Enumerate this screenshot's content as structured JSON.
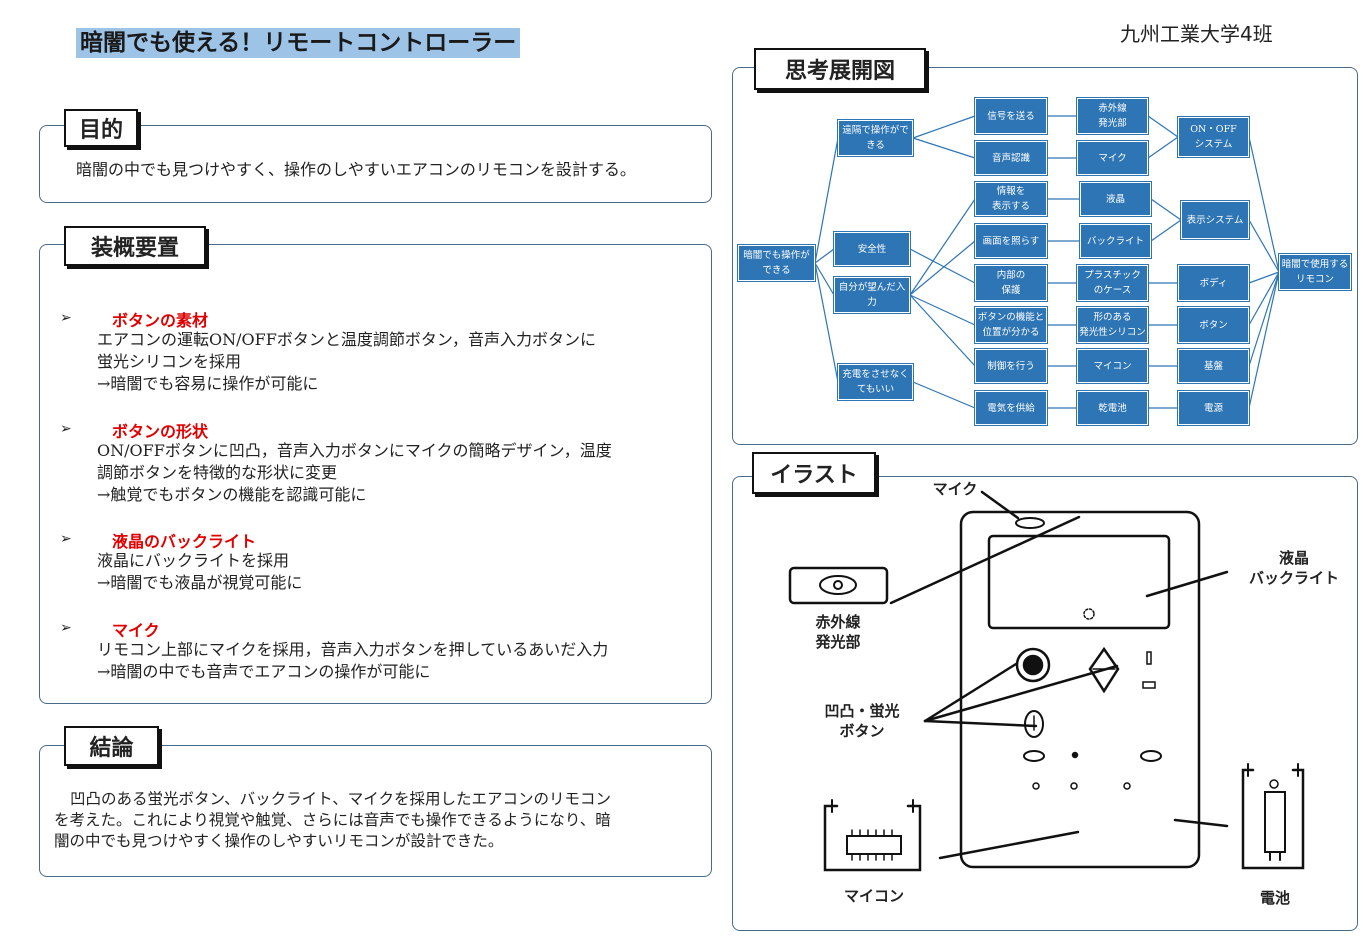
{
  "header": {
    "title": "暗闇でも使える！リモートコントローラー",
    "team": "九州工業大学4班"
  },
  "purpose": {
    "label": "目的",
    "text": "暗闇の中でも見つけやすく、操作のしやすいエアコンのリモコンを設計する。"
  },
  "features": {
    "label": "装概要置",
    "bullet": "➢",
    "items": [
      {
        "head": "ボタンの素材",
        "lines": [
          "エアコンの運転ON/OFFボタンと温度調節ボタン，音声入力ボタンに",
          "蛍光シリコンを採用",
          "→暗闇でも容易に操作が可能に"
        ]
      },
      {
        "head": "ボタンの形状",
        "lines": [
          "ON/OFFボタンに凹凸，音声入力ボタンにマイクの簡略デザイン，温度",
          "調節ボタンを特徴的な形状に変更",
          "→触覚でもボタンの機能を認識可能に"
        ]
      },
      {
        "head": "液晶のバックライト",
        "lines": [
          "液晶にバックライトを採用",
          "→暗闇でも液晶が視覚可能に"
        ]
      },
      {
        "head": "マイク",
        "lines": [
          "リモコン上部にマイクを採用，音声入力ボタンを押しているあいだ入力",
          "→暗闇の中でも音声でエアコンの操作が可能に"
        ]
      }
    ]
  },
  "conclusion": {
    "label": "結論",
    "lines": [
      "凹凸のある蛍光ボタン、バックライト、マイクを採用したエアコンのリモコン",
      "を考えた。これにより視覚や触覚、さらには音声でも操作できるようになり、暗",
      "闇の中でも見つけやすく操作のしやすいリモコンが設計できた。"
    ]
  },
  "mindmap": {
    "label": "思考展開図",
    "nodes": {
      "root": "暗闇でも操作が\nできる",
      "remote": "遠隔で操作がで\nきる",
      "safety": "安全性",
      "input": "自分が望んだ入\n力",
      "charge": "充電をさせなく\nてもいい",
      "signal": "信号を送る",
      "voice": "音声認識",
      "info": "情報を\n表示する",
      "light": "画面を照らす",
      "protect": "内部の\n保護",
      "btnpos": "ボタンの機能と\n位置が分かる",
      "control": "制御を行う",
      "power": "電気を供給",
      "ir": "赤外線\n発光部",
      "mic": "マイク",
      "lcd": "液晶",
      "backlight": "バックライト",
      "plastic": "プラスチック\nのケース",
      "silicon": "形のある\n発光性シリコン",
      "micon": "マイコン",
      "battery": "乾電池",
      "onoff": "ON・OFF\nシステム",
      "display": "表示システム",
      "body": "ボディ",
      "button": "ボタン",
      "board": "基盤",
      "psu": "電源",
      "result": "暗闇で使用する\nリモコン"
    }
  },
  "illustration": {
    "label": "イラスト",
    "callouts": {
      "mic": "マイク",
      "lcd": "液晶\nバックライト",
      "ir": "赤外線\n発光部",
      "buttons": "凹凸・蛍光\nボタン",
      "micon": "マイコン",
      "battery": "電池"
    }
  }
}
